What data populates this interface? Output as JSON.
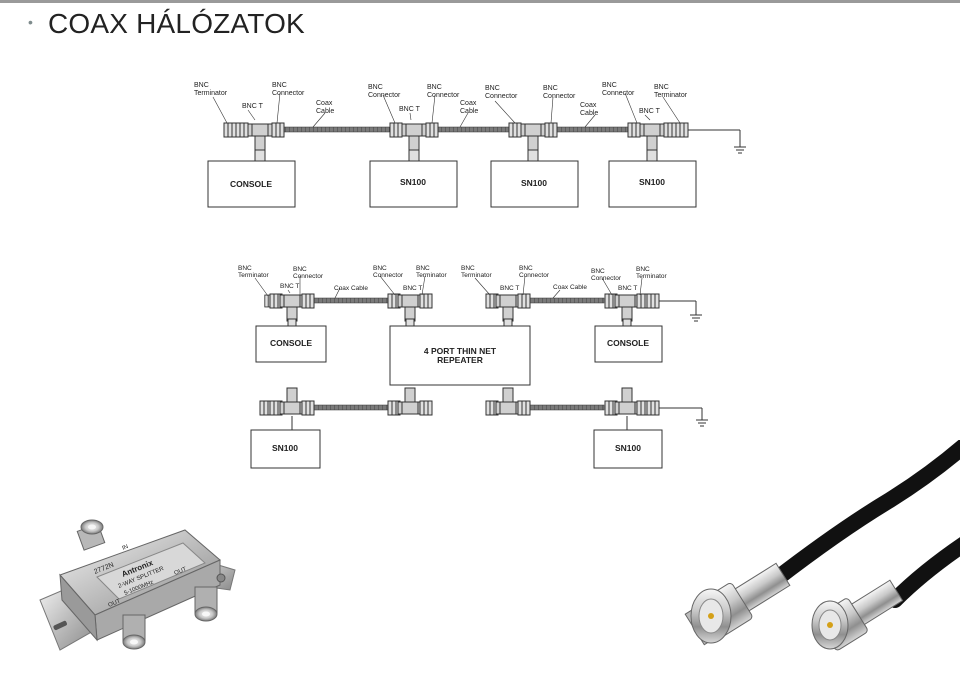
{
  "slide": {
    "bullet": "•",
    "title": "COAX HÁLÓZATOK"
  },
  "diagram1": {
    "labels": {
      "bnc_terminator": [
        "BNC",
        "Terminator"
      ],
      "bnc_connector": [
        "BNC",
        "Connector"
      ],
      "bnc_t": "BNC T",
      "coax_cable": [
        "Coax",
        "Cable"
      ]
    },
    "boxes": [
      "CONSOLE",
      "SN100",
      "SN100",
      "SN100"
    ]
  },
  "diagram2": {
    "labels": {
      "bnc_terminator": [
        "BNC",
        "Terminator"
      ],
      "bnc_connector": [
        "BNC",
        "Connector"
      ],
      "bnc_t": "BNC T",
      "coax_cable": "Coax Cable"
    },
    "boxes": {
      "console_left": "CONSOLE",
      "repeater": [
        "4 PORT THIN NET",
        "REPEATER"
      ],
      "console_right": "CONSOLE",
      "sn_left": "SN100",
      "sn_right": "SN100"
    }
  },
  "splitter": {
    "model": "2772N",
    "brand": "Antronix",
    "line1": "2-WAY SPLITTER",
    "line2": "5-1000MHz",
    "out1": "OUT",
    "out2": "OUT",
    "inp": "IN"
  },
  "colors": {
    "cable": "#555555",
    "connector": "#bfbfbf",
    "metal": "#d9d9d9"
  }
}
